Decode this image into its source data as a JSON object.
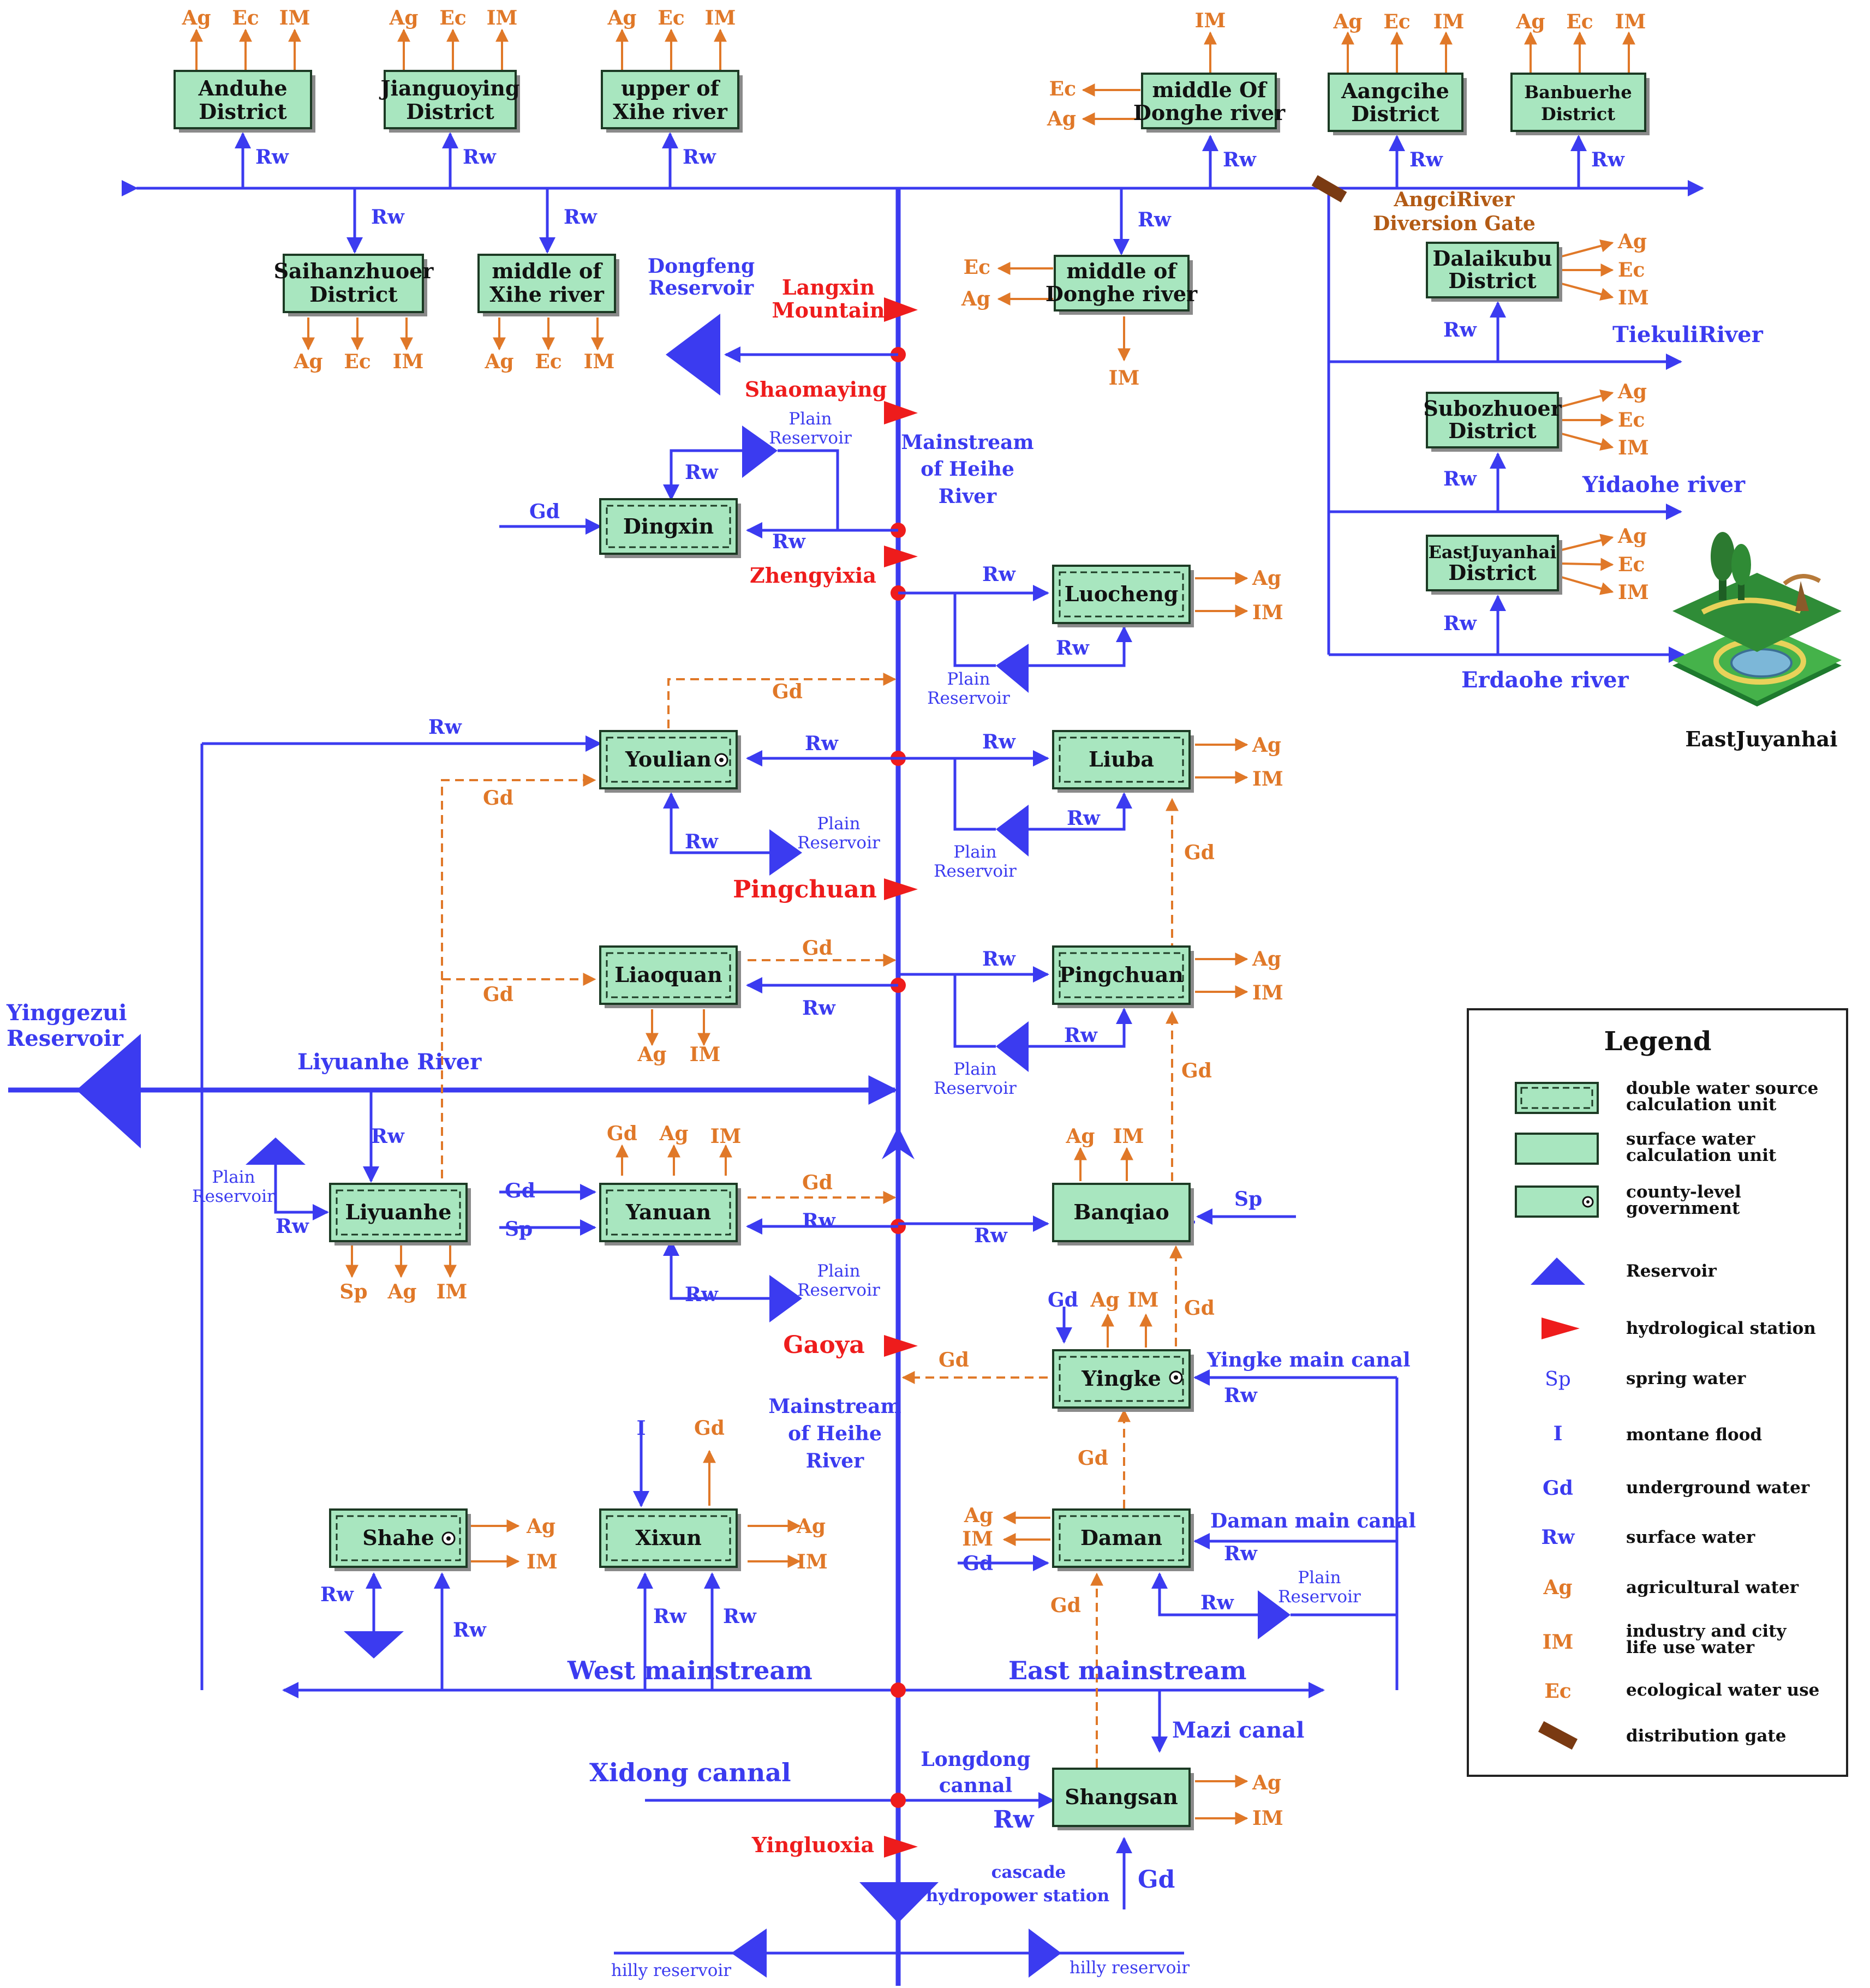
{
  "units": {
    "anduhe": [
      "Anduhe",
      "District"
    ],
    "jianguoying": [
      "Jianguoying",
      "District"
    ],
    "upper_xihe": [
      "upper of",
      "Xihe river"
    ],
    "middle_donghe_top": [
      "middle Of",
      "Donghe river"
    ],
    "aangcihe": [
      "Aangcihe",
      "District"
    ],
    "banbuerhe": [
      "Banbuerhe",
      "District"
    ],
    "saihanzhuoer": [
      "Saihanzhuoer",
      "District"
    ],
    "middle_xihe": [
      "middle of",
      "Xihe river"
    ],
    "middle_donghe": [
      "middle of",
      "Donghe river"
    ],
    "dalaikubu": [
      "Dalaikubu",
      "District"
    ],
    "subozhuoer": [
      "Subozhuoer",
      "District"
    ],
    "eastjuyanhai_district": [
      "EastJuyanhai",
      "District"
    ],
    "dingxin": "Dingxin",
    "luocheng": "Luocheng",
    "youlian": "Youlian",
    "liuba": "Liuba",
    "liaoquan": "Liaoquan",
    "pingchuan": "Pingchuan",
    "liyuanhe": "Liyuanhe",
    "yanuan": "Yanuan",
    "banqiao": "Banqiao",
    "yingke": "Yingke",
    "shahe": "Shahe",
    "xixun": "Xixun",
    "daman": "Daman",
    "shangsan": "Shangsan"
  },
  "codes": {
    "ag": "Ag",
    "ec": "Ec",
    "im": "IM",
    "rw": "Rw",
    "gd": "Gd",
    "sp": "Sp",
    "i": "I"
  },
  "labels": {
    "dongfeng_reservoir": [
      "Dongfeng",
      "Reservoir"
    ],
    "langxin_mountain": [
      "Langxin",
      "Mountain"
    ],
    "shaomaying": "Shaomaying",
    "plain_reservoir": [
      "Plain",
      "Reservoir"
    ],
    "mainstream_heihe": [
      "Mainstream",
      "of Heihe",
      "River"
    ],
    "zhengyixia": "Zhengyixia",
    "pingchuan_station": "Pingchuan",
    "yinggezui_reservoir": [
      "Yinggezui",
      "Reservoir"
    ],
    "liyuanhe_river": "Liyuanhe River",
    "gaoya": "Gaoya",
    "yingke_main_canal": "Yingke main canal",
    "daman_main_canal": "Daman main canal",
    "west_mainstream": "West mainstream",
    "east_mainstream": "East mainstream",
    "mazi_canal": "Mazi  canal",
    "xidong_canal": "Xidong cannal",
    "longdong_canal": [
      "Longdong",
      "cannal"
    ],
    "yingluoxia": "Yingluoxia",
    "cascade_station": [
      "cascade",
      "hydropower station"
    ],
    "hilly_reservoir": "hilly reservoir",
    "angci_gate": [
      "AngciRiver",
      "Diversion Gate"
    ],
    "tiekuli_river": "TiekuliRiver",
    "yidaohe_river": "Yidaohe river",
    "erdaohe_river": "Erdaohe river",
    "eastjuyanhai": "EastJuyanhai"
  },
  "legend": {
    "title": "Legend",
    "double_unit": [
      "double water source",
      "calculation unit"
    ],
    "surface_unit": [
      "surface water",
      "calculation unit"
    ],
    "county_gov": [
      "county-level",
      "government"
    ],
    "reservoir": "Reservoir",
    "hydro_station": "hydrological station",
    "sp": "spring water",
    "i": "montane flood",
    "gd": "underground water",
    "rw": "surface water",
    "ag": "agricultural water",
    "im": [
      "industry and city",
      "life use water"
    ],
    "ec": "ecological water use",
    "gate": "distribution gate"
  },
  "colors": {
    "surface_water": "#3b3bf0",
    "groundwater": "#e07828",
    "station": "#ee1c1c",
    "unit_fill": "#a8e6bf",
    "gate": "#7a3a12"
  }
}
